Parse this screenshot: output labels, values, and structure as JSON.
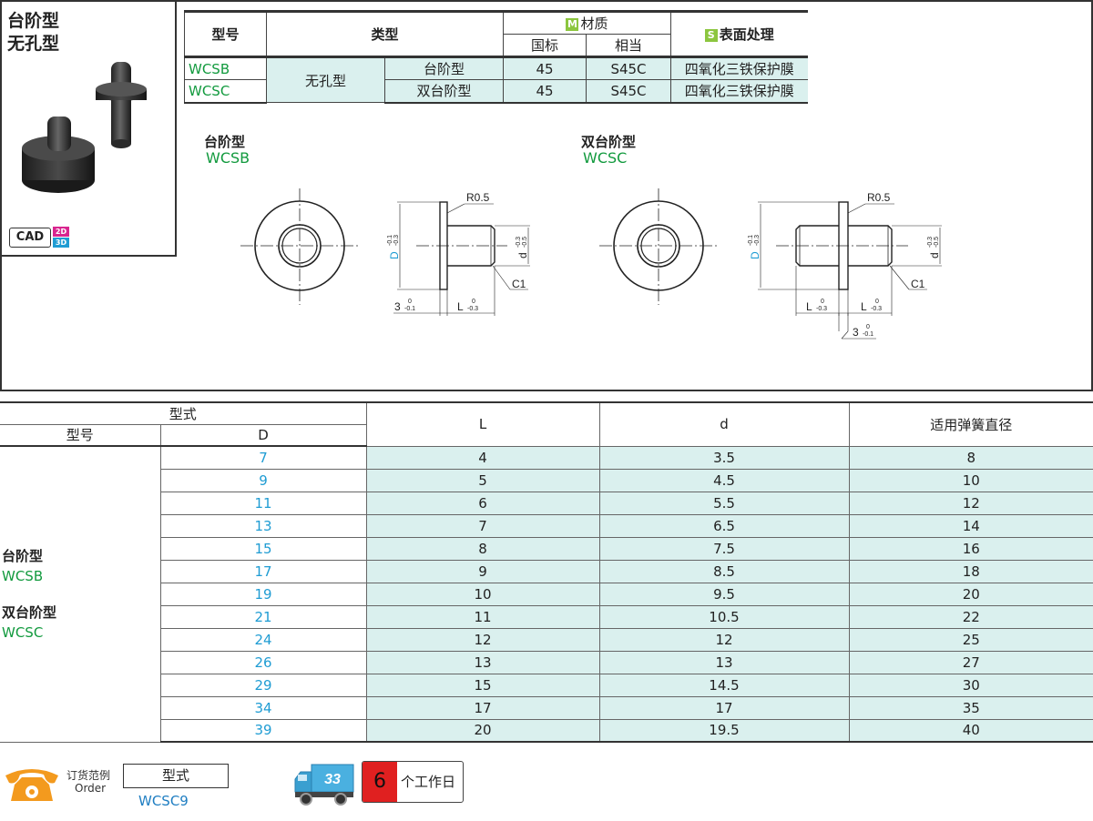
{
  "product": {
    "title_line1": "台阶型",
    "title_line2": "无孔型",
    "cad_label": "CAD",
    "cad_2d": "2D",
    "cad_3d": "3D"
  },
  "spec_table": {
    "h_model": "型号",
    "h_type": "类型",
    "h_material_mark": "M",
    "h_material": "材质",
    "h_surface_mark": "S",
    "h_surface": "表面处理",
    "h_gb": "国标",
    "h_equiv": "相当",
    "type_main": "无孔型",
    "rows": [
      {
        "model": "WCSB",
        "subtype": "台阶型",
        "gb": "45",
        "equiv": "S45C",
        "surface": "四氧化三铁保护膜"
      },
      {
        "model": "WCSC",
        "subtype": "双台阶型",
        "gb": "45",
        "equiv": "S45C",
        "surface": "四氧化三铁保护膜"
      }
    ]
  },
  "drawings": {
    "left_title": "台阶型",
    "left_code": "WCSB",
    "right_title": "双台阶型",
    "right_code": "WCSC",
    "r05": "R0.5",
    "c1": "C1",
    "D": "D",
    "D_tol_top": "-0.1",
    "D_tol_bot": "-0.3",
    "d": "d",
    "d_tol_top": "-0.3",
    "d_tol_bot": "-0.5",
    "three": "3",
    "three_tol_top": "0",
    "three_tol_bot": "-0.1",
    "L": "L",
    "L_tol_top": "0",
    "L_tol_bot": "-0.3"
  },
  "dim_table": {
    "h_form": "型式",
    "h_model": "型号",
    "h_D": "D",
    "h_L": "L",
    "h_d": "d",
    "h_spring": "适用弹簧直径",
    "models": [
      {
        "name": "台阶型",
        "code": "WCSB"
      },
      {
        "name": "双台阶型",
        "code": "WCSC"
      }
    ],
    "rows": [
      {
        "D": "7",
        "L": "4",
        "d": "3.5",
        "spring": "8"
      },
      {
        "D": "9",
        "L": "5",
        "d": "4.5",
        "spring": "10"
      },
      {
        "D": "11",
        "L": "6",
        "d": "5.5",
        "spring": "12"
      },
      {
        "D": "13",
        "L": "7",
        "d": "6.5",
        "spring": "14"
      },
      {
        "D": "15",
        "L": "8",
        "d": "7.5",
        "spring": "16"
      },
      {
        "D": "17",
        "L": "9",
        "d": "8.5",
        "spring": "18"
      },
      {
        "D": "19",
        "L": "10",
        "d": "9.5",
        "spring": "20"
      },
      {
        "D": "21",
        "L": "11",
        "d": "10.5",
        "spring": "22"
      },
      {
        "D": "24",
        "L": "12",
        "d": "12",
        "spring": "25"
      },
      {
        "D": "26",
        "L": "13",
        "d": "13",
        "spring": "27"
      },
      {
        "D": "29",
        "L": "15",
        "d": "14.5",
        "spring": "30"
      },
      {
        "D": "34",
        "L": "17",
        "d": "17",
        "spring": "35"
      },
      {
        "D": "39",
        "L": "20",
        "d": "19.5",
        "spring": "40"
      }
    ]
  },
  "footer": {
    "order_label_cn": "订货范例",
    "order_label_en": "Order",
    "order_box_label": "型式",
    "order_example": "WCSC9",
    "truck_number": "33",
    "days_number": "6",
    "days_text": "个工作日"
  },
  "colors": {
    "model_green": "#129a3e",
    "d_blue": "#1f9cd3",
    "cell_tint": "#daf0ee",
    "phone_orange": "#f39a1e",
    "days_red": "#e02020"
  },
  "icons": [
    "phone-icon",
    "truck-icon"
  ]
}
